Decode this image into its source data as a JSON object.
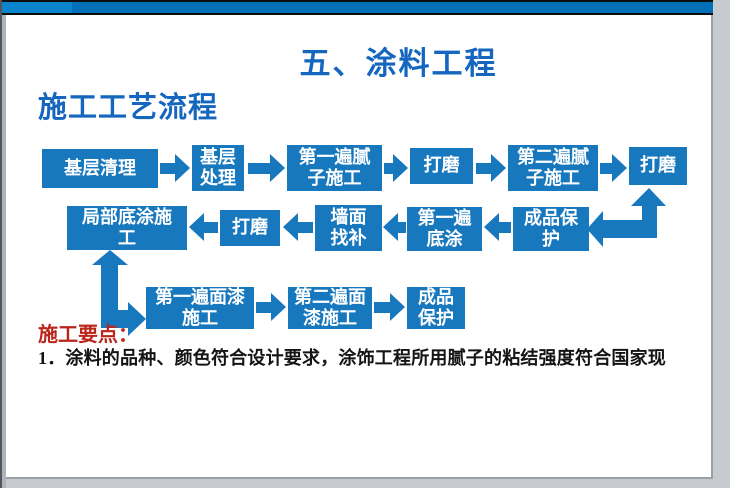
{
  "title": "五、涂料工程",
  "subtitle": "施工工艺流程",
  "flow": {
    "box_color": "#1878be",
    "text_color": "#ffffff",
    "row1": [
      "基层清理",
      "基层\n处理",
      "第一遍腻\n子施工",
      "打磨",
      "第二遍腻\n子施工",
      "打磨"
    ],
    "row2": [
      "局部底涂施\n工",
      "打磨",
      "墙面\n找补",
      "第一遍\n底涂",
      "成品保\n护"
    ],
    "row3": [
      "第一遍面漆\n施工",
      "第二遍面\n漆施工",
      "成品\n保护"
    ]
  },
  "notes": {
    "heading": "施工要点：",
    "point1": "1．涂料的品种、颜色符合设计要求，涂饰工程所用腻子的粘结强度符合国家现"
  },
  "colors": {
    "title_blue": "#1566bf",
    "box_blue": "#1878be",
    "heading_red": "#bb2418",
    "top_bar": "#0070b8",
    "top_bar_accent": "#0a84cc"
  }
}
